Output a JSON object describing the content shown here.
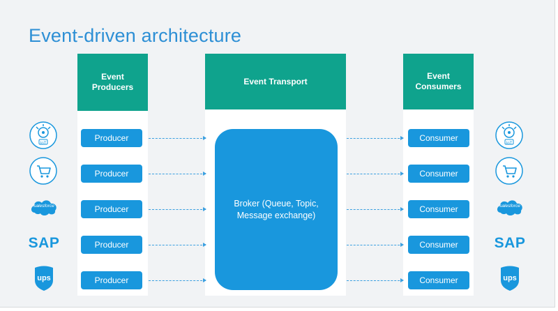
{
  "title": "Event-driven architecture",
  "columns": {
    "producers": {
      "header_line1": "Event",
      "header_line2": "Producers"
    },
    "transport": {
      "header": "Event Transport"
    },
    "consumers": {
      "header_line1": "Event",
      "header_line2": "Consumers"
    }
  },
  "producers": [
    "Producer",
    "Producer",
    "Producer",
    "Producer",
    "Producer"
  ],
  "consumers": [
    "Consumer",
    "Consumer",
    "Consumer",
    "Consumer",
    "Consumer"
  ],
  "broker": {
    "line1": "Broker (Queue, Topic,",
    "line2": "Message exchange)"
  },
  "logos": {
    "iot": "IoT",
    "cart": "cart-icon",
    "salesforce": "salesforce",
    "sap": "SAP",
    "ups": "ups"
  },
  "colors": {
    "accent": "#1997dd",
    "header": "#0fa38d",
    "title": "#2d8fd5",
    "background": "#f1f3f5"
  }
}
